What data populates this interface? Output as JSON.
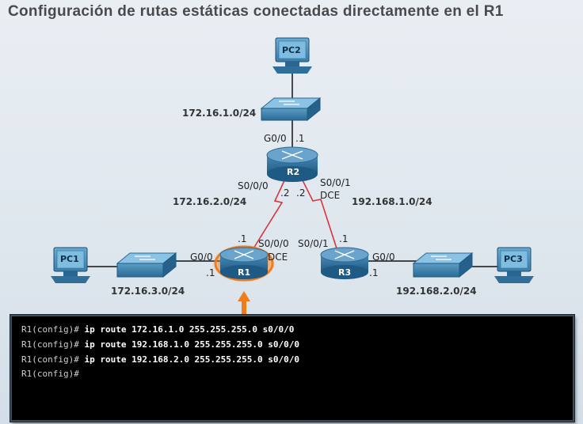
{
  "title": "Configuración de rutas estáticas conectadas directamente en el R1",
  "devices": {
    "pc1": "PC1",
    "pc2": "PC2",
    "pc3": "PC3",
    "r1": "R1",
    "r2": "R2",
    "r3": "R3"
  },
  "networks": {
    "n1": "172.16.1.0/24",
    "n2": "172.16.2.0/24",
    "n3": "172.16.3.0/24",
    "n4": "192.168.1.0/24",
    "n5": "192.168.2.0/24"
  },
  "interfaces": {
    "r2_g00": "G0/0",
    "r2_g00_ip": ".1",
    "r2_s000": "S0/0/0",
    "r2_s000_ip": ".2",
    "r2_s001": "S0/0/1",
    "r2_s001_ip": ".2",
    "r2_dce": "DCE",
    "r1_g00": "G0/0",
    "r1_g00_ip": ".1",
    "r1_s000": "S0/0/0",
    "r1_s000_ip": ".1",
    "r1_dce": "DCE",
    "r3_s001": "S0/0/1",
    "r3_s001_ip": ".1",
    "r3_g00": "G0/0",
    "r3_g00_ip": ".1"
  },
  "terminal": {
    "lines": [
      {
        "prompt": "R1(config)# ",
        "command": "ip route 172.16.1.0 255.255.255.0 s0/0/0"
      },
      {
        "prompt": "R1(config)# ",
        "command": "ip route 192.168.1.0 255.255.255.0 s0/0/0"
      },
      {
        "prompt": "R1(config)# ",
        "command": "ip route 192.168.2.0 255.255.255.0 s0/0/0"
      },
      {
        "prompt": "R1(config)#",
        "command": ""
      }
    ]
  },
  "colors": {
    "device_blue": "#2b6a94",
    "serial_red": "#d9343c",
    "highlight_orange": "#f07c1a"
  }
}
